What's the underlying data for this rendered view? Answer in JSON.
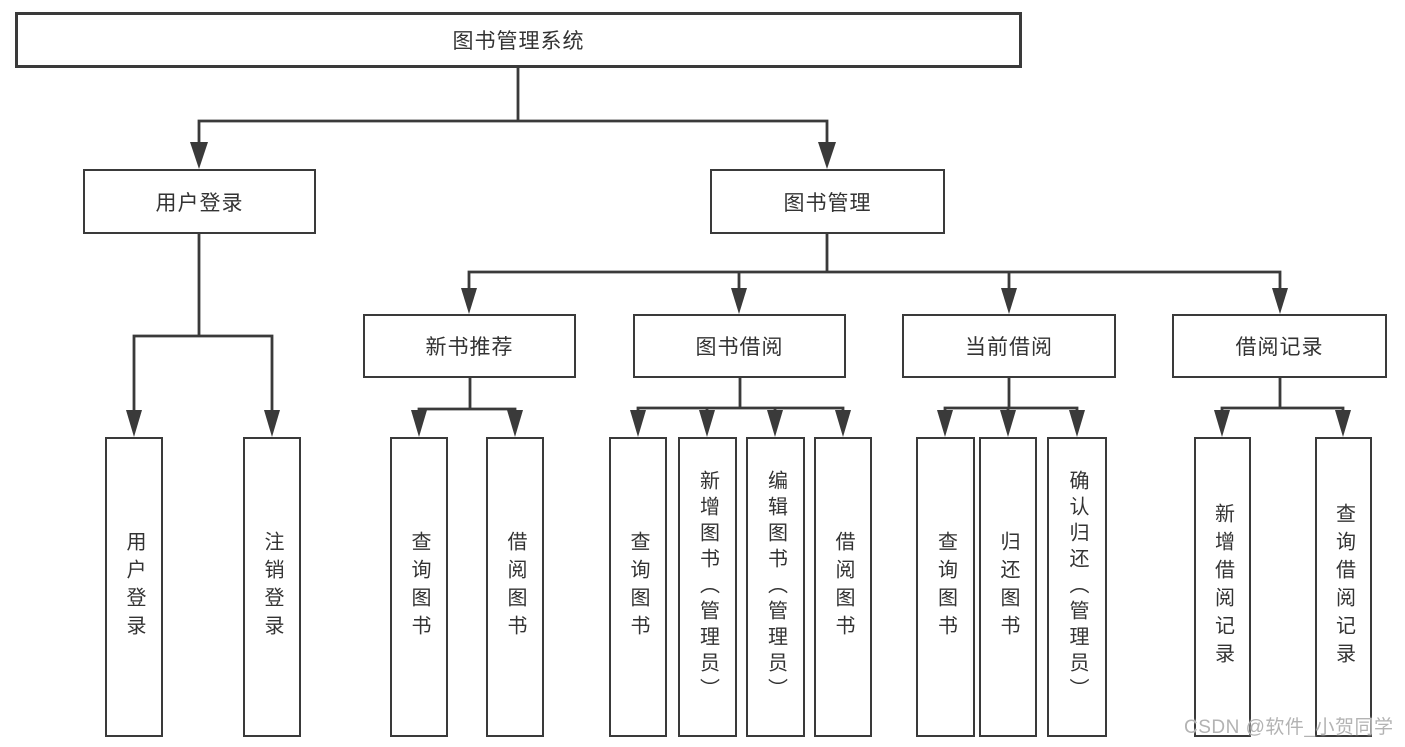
{
  "colors": {
    "line": "#3a3a3a",
    "box_border": "#3a3a3a",
    "text": "#333333",
    "background": "#ffffff",
    "watermark": "#b3b3b3"
  },
  "watermark": {
    "text": "CSDN @软件_小贺同学"
  },
  "tree": {
    "root": {
      "label": "图书管理系统"
    },
    "level2": [
      {
        "id": "user-login",
        "label": "用户登录"
      },
      {
        "id": "book-management",
        "label": "图书管理"
      }
    ],
    "level3": [
      {
        "id": "new-book-recommend",
        "label": "新书推荐",
        "parent": "book-management"
      },
      {
        "id": "book-borrow",
        "label": "图书借阅",
        "parent": "book-management"
      },
      {
        "id": "current-borrow",
        "label": "当前借阅",
        "parent": "book-management"
      },
      {
        "id": "borrow-records",
        "label": "借阅记录",
        "parent": "book-management"
      }
    ],
    "leaves": [
      {
        "id": "user-login-leaf",
        "label": "用户登录",
        "parent": "user-login"
      },
      {
        "id": "logout",
        "label": "注销登录",
        "parent": "user-login"
      },
      {
        "id": "recommend-query-book",
        "label": "查询图书",
        "parent": "new-book-recommend"
      },
      {
        "id": "recommend-borrow-book",
        "label": "借阅图书",
        "parent": "new-book-recommend"
      },
      {
        "id": "borrow-query-book",
        "label": "查询图书",
        "parent": "book-borrow"
      },
      {
        "id": "borrow-add-book-admin",
        "label": "新增图书（管理员）",
        "parent": "book-borrow"
      },
      {
        "id": "borrow-edit-book-admin",
        "label": "编辑图书（管理员）",
        "parent": "book-borrow"
      },
      {
        "id": "borrow-borrow-book",
        "label": "借阅图书",
        "parent": "book-borrow"
      },
      {
        "id": "current-query-book",
        "label": "查询图书",
        "parent": "current-borrow"
      },
      {
        "id": "current-return-book",
        "label": "归还图书",
        "parent": "current-borrow"
      },
      {
        "id": "current-confirm-return-admin",
        "label": "确认归还（管理员）",
        "parent": "current-borrow"
      },
      {
        "id": "records-add-record",
        "label": "新增借阅记录",
        "parent": "borrow-records"
      },
      {
        "id": "records-query-record",
        "label": "查询借阅记录",
        "parent": "borrow-records"
      }
    ]
  }
}
